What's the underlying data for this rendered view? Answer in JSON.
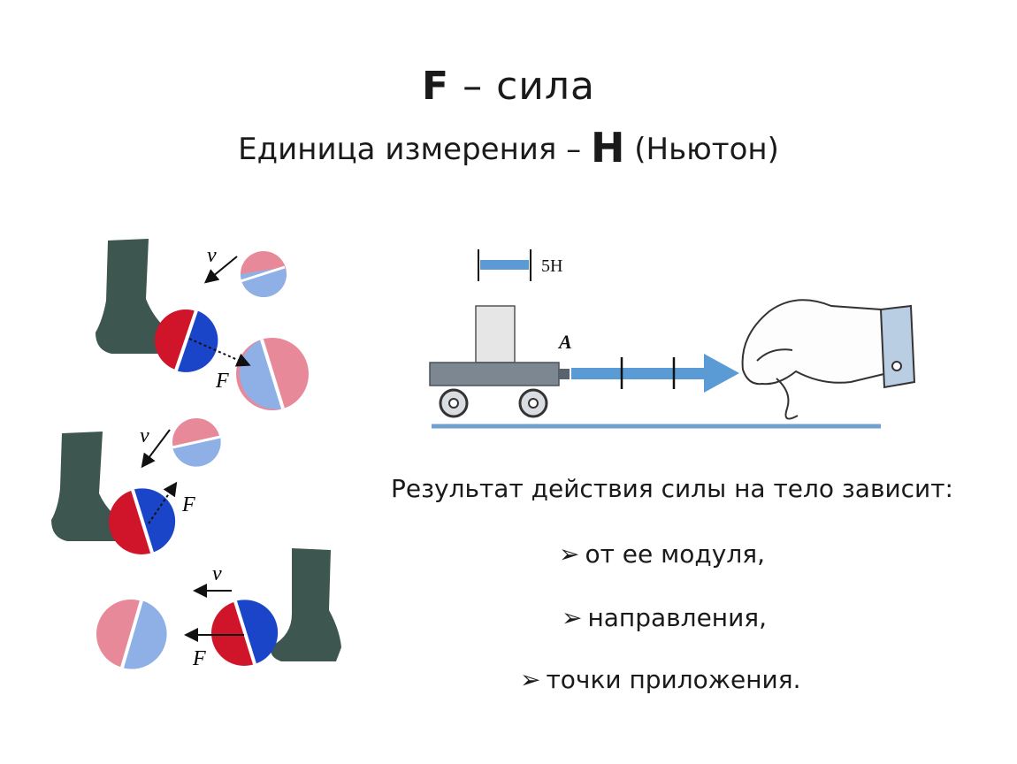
{
  "header": {
    "force_symbol": "F",
    "force_text": " – сила",
    "unit_prefix": "Единица измерения – ",
    "unit_symbol": "Н",
    "unit_name": " (Ньютон)"
  },
  "diagram": {
    "scale_label": "5Н",
    "point_label": "A",
    "velocity_label": "v",
    "force_label": "F"
  },
  "result": {
    "intro": "Результат действия силы на тело зависит:",
    "bullet_marker": "➢",
    "bullets": [
      "от ее модуля,",
      "направления,",
      "точки приложения."
    ]
  },
  "colors": {
    "boot": "#3d5650",
    "ball_red": "#d0142a",
    "ball_blue": "#1a45c8",
    "ball_pink": "#e8899a",
    "ball_lightblue": "#8fb0e6",
    "arrow_blue": "#5b9bd5",
    "cart": "#7c8791"
  }
}
